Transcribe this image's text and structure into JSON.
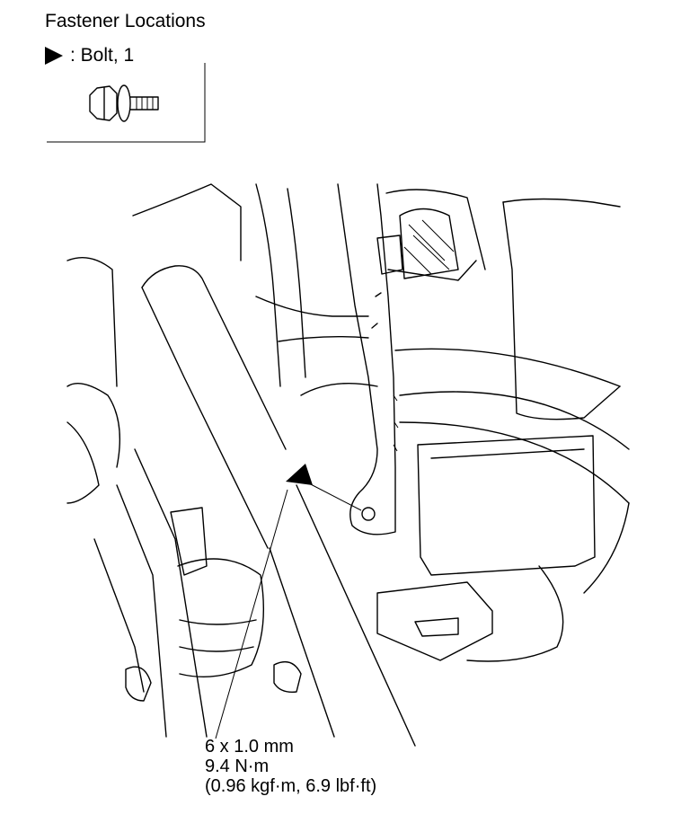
{
  "legend": {
    "title": "Fastener Locations",
    "bolt_label": ": Bolt, 1",
    "bolt_icon": "hex-flange-bolt-icon",
    "marker_icon": "triangle-marker-icon"
  },
  "spec": {
    "size": "6 x 1.0 mm",
    "torque_nm": "9.4 N·m",
    "torque_alt": "(0.96 kgf·m, 6.9 lbf·ft)"
  }
}
